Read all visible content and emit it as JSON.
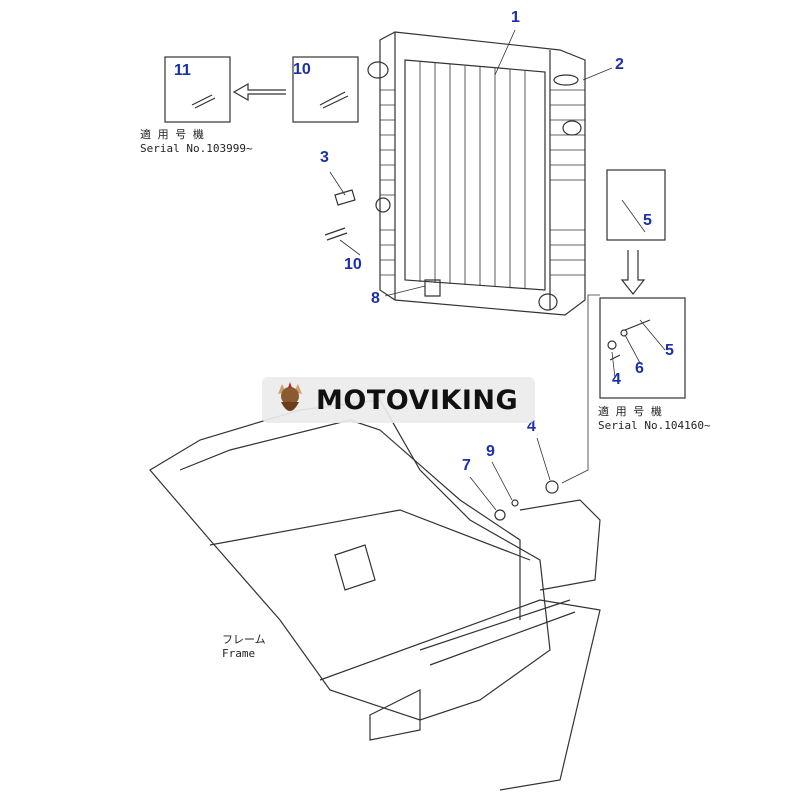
{
  "callouts": [
    "1",
    "2",
    "3",
    "5",
    "10",
    "8",
    "11",
    "10",
    "5",
    "6",
    "4",
    "4",
    "9",
    "7"
  ],
  "notes": {
    "serial_left_jp": "適 用 号 機",
    "serial_left": "Serial No.103999~",
    "serial_right_jp": "適 用 号 機",
    "serial_right": "Serial No.104160~",
    "frame_jp": "フレーム",
    "frame_en": "Frame"
  },
  "watermark": {
    "text": "MOTOVIKING"
  },
  "colors": {
    "callout": "#1a2fa8",
    "line": "#333333"
  }
}
